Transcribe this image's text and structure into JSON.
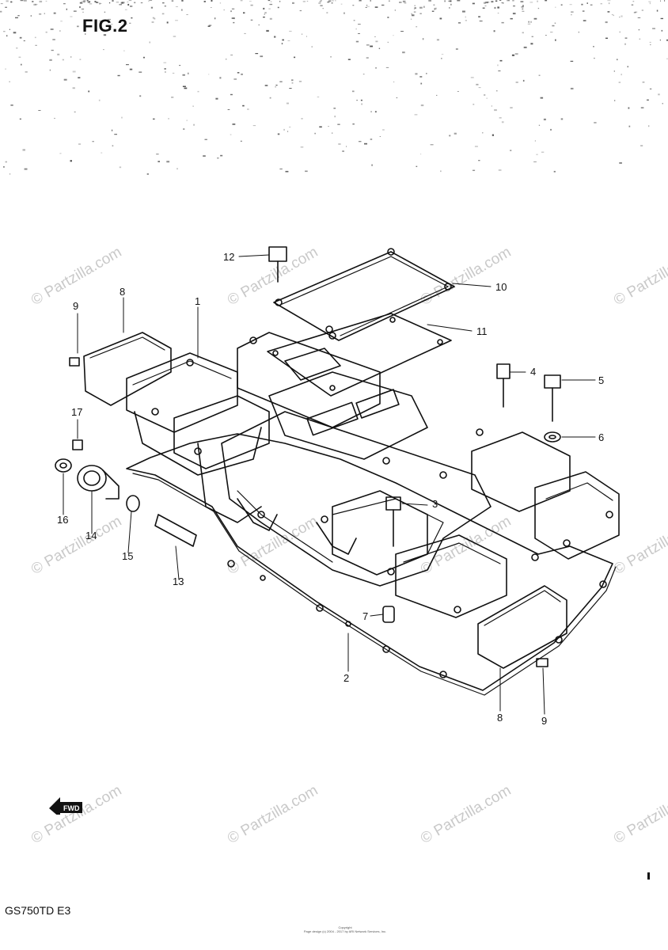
{
  "figure": {
    "title": "FIG.2",
    "model": "GS750TD E3",
    "copyright_lines": [
      "Copyright",
      "Page design (c) 2004 - 2017 by ARI Network Services, Inc."
    ]
  },
  "watermark": {
    "text": "© Partzilla.com"
  },
  "callouts": [
    {
      "id": "c-12",
      "label": "12"
    },
    {
      "id": "c-10",
      "label": "10"
    },
    {
      "id": "c-11",
      "label": "11"
    },
    {
      "id": "c-9a",
      "label": "9"
    },
    {
      "id": "c-8a",
      "label": "8"
    },
    {
      "id": "c-1",
      "label": "1"
    },
    {
      "id": "c-4",
      "label": "4"
    },
    {
      "id": "c-5",
      "label": "5"
    },
    {
      "id": "c-6",
      "label": "6"
    },
    {
      "id": "c-17",
      "label": "17"
    },
    {
      "id": "c-3",
      "label": "3"
    },
    {
      "id": "c-16",
      "label": "16"
    },
    {
      "id": "c-14",
      "label": "14"
    },
    {
      "id": "c-15",
      "label": "15"
    },
    {
      "id": "c-13",
      "label": "13"
    },
    {
      "id": "c-7",
      "label": "7"
    },
    {
      "id": "c-2",
      "label": "2"
    },
    {
      "id": "c-8b",
      "label": "8"
    },
    {
      "id": "c-9b",
      "label": "9"
    }
  ],
  "fwd_marker": {
    "text": "FWD",
    "icon": "fwd-arrow-icon"
  }
}
